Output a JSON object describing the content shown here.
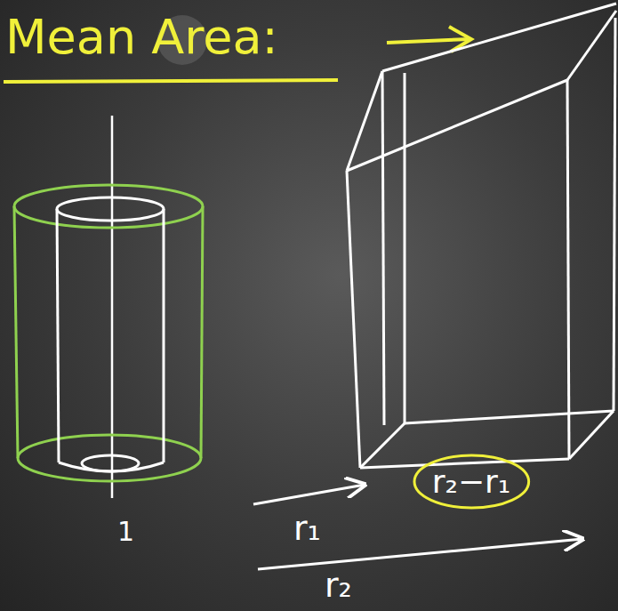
{
  "diagram": {
    "title": "Mean Area:",
    "nodes": [
      {
        "text": [
          "r₂−r₁"
        ]
      }
    ],
    "labels": [
      "r₁",
      "r₂",
      "1"
    ]
  }
}
